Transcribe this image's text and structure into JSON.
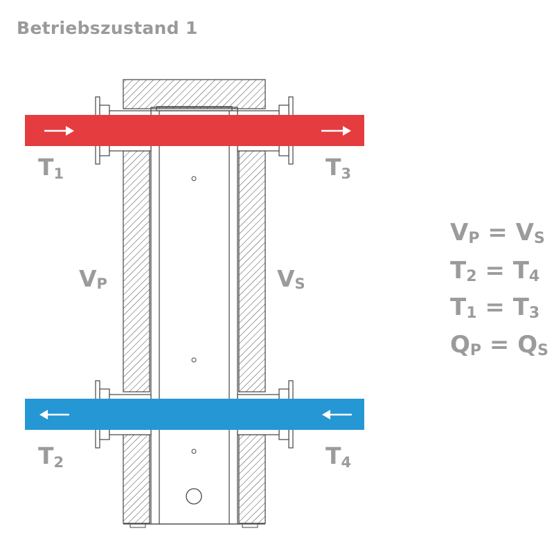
{
  "title": "Betriebszustand 1",
  "labels": {
    "t1": {
      "main": "T",
      "sub": "1"
    },
    "t2": {
      "main": "T",
      "sub": "2"
    },
    "t3": {
      "main": "T",
      "sub": "3"
    },
    "t4": {
      "main": "T",
      "sub": "4"
    },
    "vp": {
      "main": "V",
      "sub": "P"
    },
    "vs": {
      "main": "V",
      "sub": "S"
    }
  },
  "equations": [
    {
      "a": "V",
      "as": "P",
      "op": "=",
      "b": "V",
      "bs": "S"
    },
    {
      "a": "T",
      "as": "2",
      "op": "=",
      "b": "T",
      "bs": "4"
    },
    {
      "a": "T",
      "as": "1",
      "op": "=",
      "b": "T",
      "bs": "3"
    },
    {
      "a": "Q",
      "as": "P",
      "op": "=",
      "b": "Q",
      "bs": "S"
    }
  ],
  "colors": {
    "hot_pipe": "#e53c40",
    "cold_pipe": "#2597d4",
    "label_gray": "#9b9b9b",
    "line": "#4a4a4a"
  },
  "icons": {
    "hot_arrows": "arrow-right-icon",
    "cold_arrows": "arrow-left-icon"
  }
}
